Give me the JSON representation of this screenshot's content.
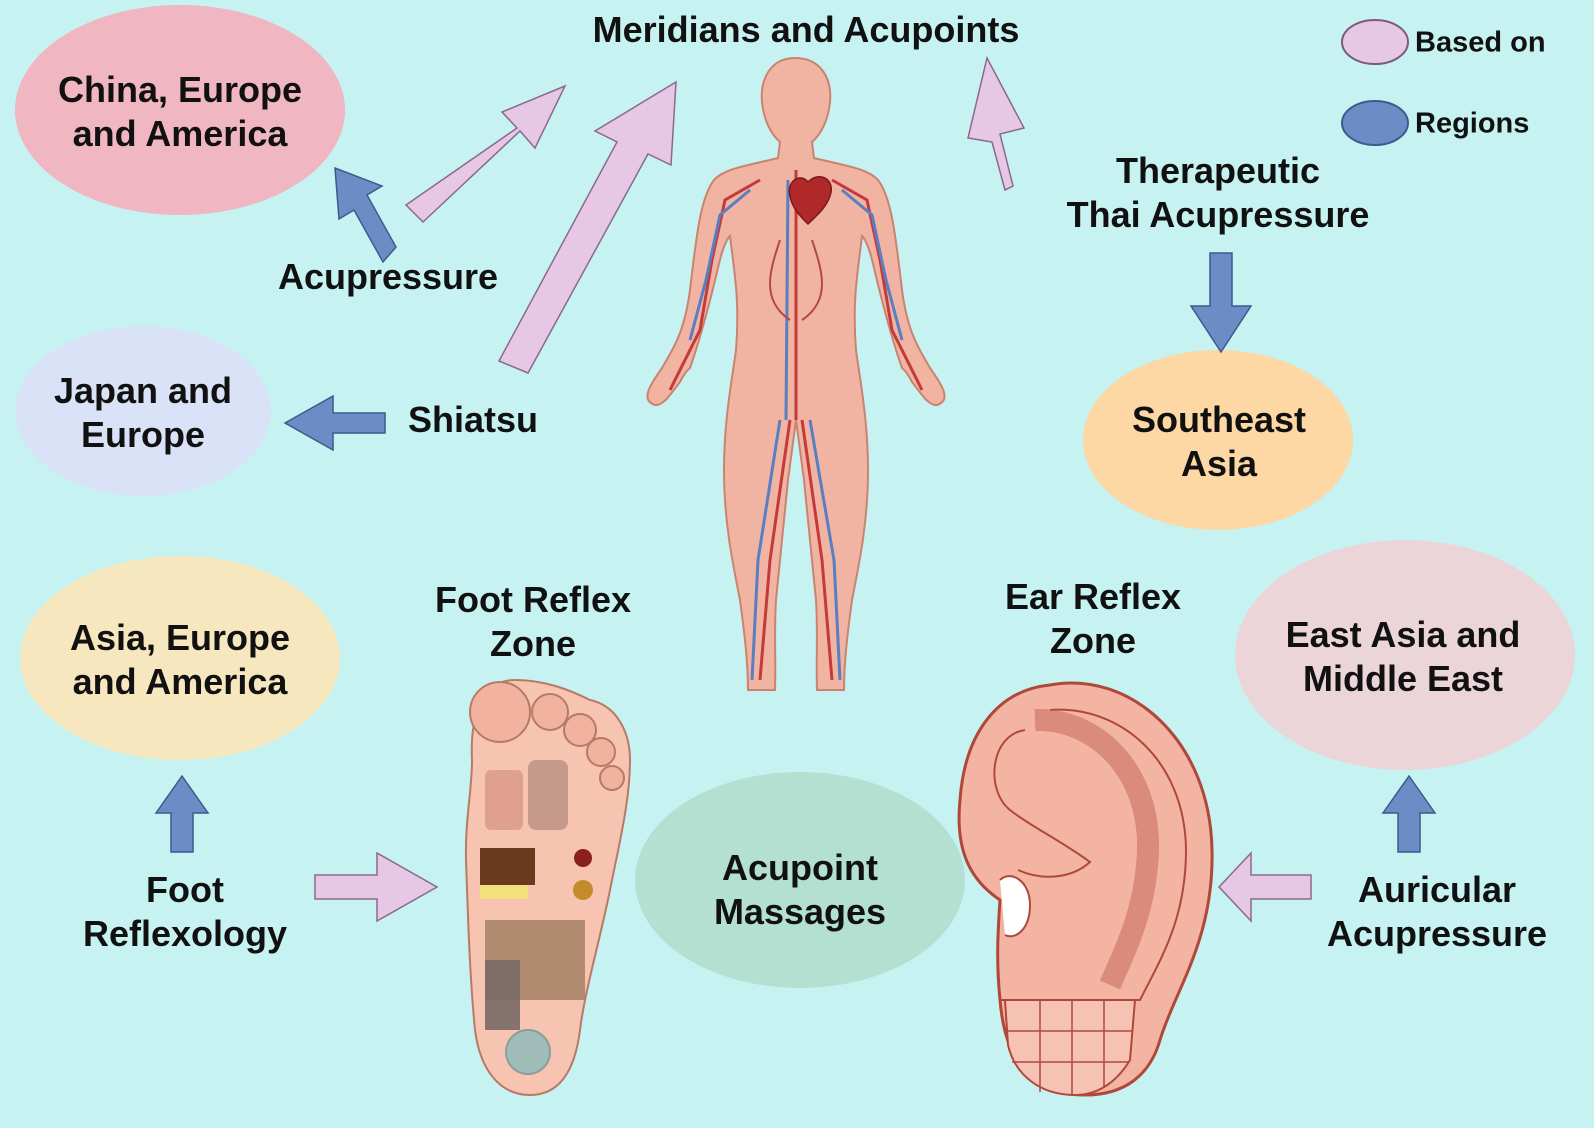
{
  "title": "Meridians and Acupoints",
  "legend": [
    {
      "label": "Based on",
      "color": "#e6c8e6"
    },
    {
      "label": "Regions",
      "color": "#6c8cc6"
    }
  ],
  "regions": {
    "china_europe_america": {
      "lines": [
        "China, Europe",
        "and America"
      ],
      "color": "#f0b6c1"
    },
    "japan_europe": {
      "lines": [
        "Japan and",
        "Europe"
      ],
      "color": "#d9e2f7"
    },
    "southeast_asia": {
      "lines": [
        "Southeast",
        "Asia"
      ],
      "color": "#fdd7a4"
    },
    "asia_europe_america": {
      "lines": [
        "Asia, Europe",
        "and America"
      ],
      "color": "#f7e7be"
    },
    "east_asia_middle_east": {
      "lines": [
        "East Asia and",
        "Middle East"
      ],
      "color": "#ecd5d9"
    },
    "acupoint_massages": {
      "lines": [
        "Acupoint",
        "Massages"
      ],
      "color": "#b3e0d1"
    }
  },
  "techniques": {
    "acupressure": [
      "Acupressure"
    ],
    "shiatsu": [
      "Shiatsu"
    ],
    "thai": [
      "Therapeutic",
      "Thai Acupressure"
    ],
    "foot_reflexology": [
      "Foot",
      "Reflexology"
    ],
    "auricular": [
      "Auricular",
      "Acupressure"
    ]
  },
  "zones": {
    "foot": [
      "Foot Reflex",
      "Zone"
    ],
    "ear": [
      "Ear Reflex",
      "Zone"
    ]
  },
  "colors": {
    "background": "#c6f3f2",
    "based_on_arrow": "#e6c8e6",
    "region_arrow": "#6c8cc6",
    "skin": "#f2b4a2",
    "vessel_red": "#c43a3a",
    "vessel_blue": "#5a7ec2"
  },
  "icons": [
    "human-body-anatomy-icon",
    "foot-reflex-map-icon",
    "ear-reflex-map-icon"
  ]
}
